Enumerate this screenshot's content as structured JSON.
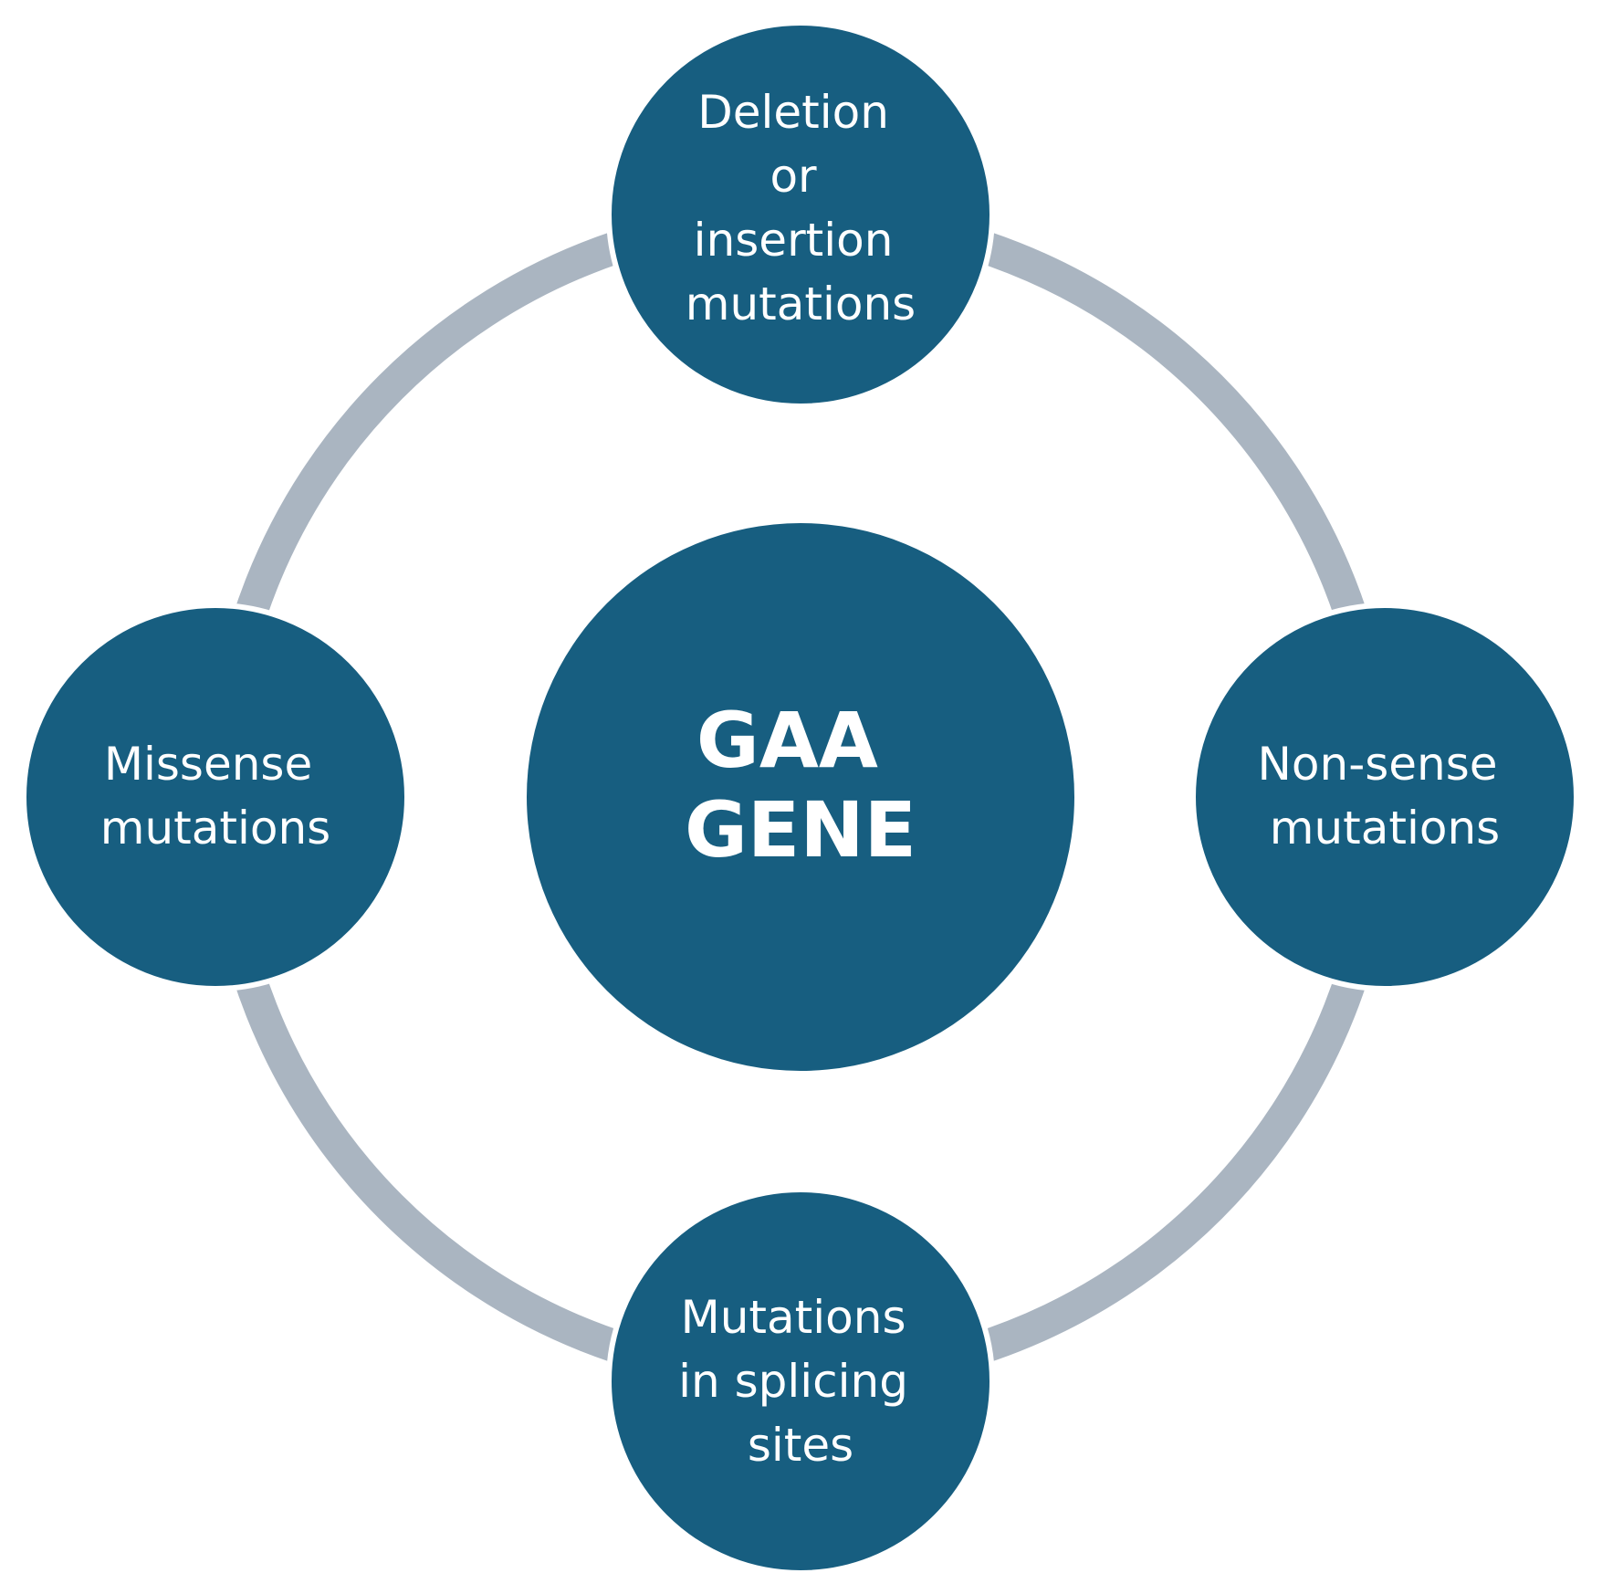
{
  "diagram": {
    "center": {
      "lines": [
        "GAA",
        "GENE"
      ]
    },
    "nodes": [
      {
        "id": "top",
        "lines": [
          "Deletion",
          "or",
          "insertion",
          "mutations"
        ]
      },
      {
        "id": "right",
        "lines": [
          "Non-sense",
          "mutations"
        ]
      },
      {
        "id": "bottom",
        "lines": [
          "Mutations",
          "in splicing",
          "sites"
        ]
      },
      {
        "id": "left",
        "lines": [
          "Missense",
          "mutations"
        ]
      }
    ]
  },
  "colors": {
    "node_fill": "#175e80",
    "ring": "#aab5c1",
    "node_border": "#ffffff",
    "text": "#ffffff",
    "background": "#ffffff"
  }
}
